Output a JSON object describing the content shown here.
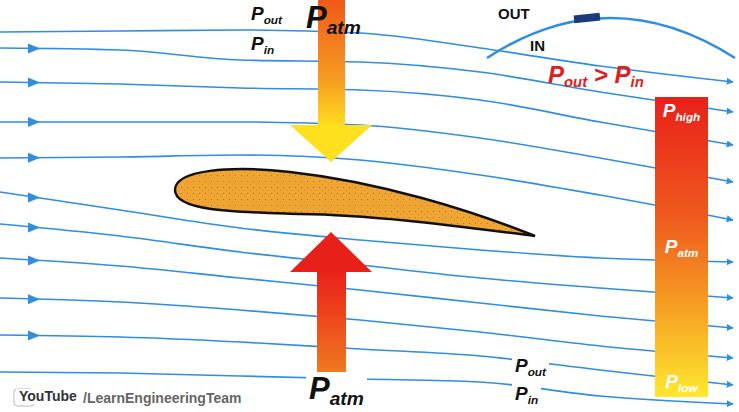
{
  "diagram": {
    "nodes": [
      {
        "text": [
          "Phigh",
          "Patm",
          "Plow"
        ]
      }
    ],
    "labels": [
      "Pout",
      "Pin",
      "Patm",
      "OUT",
      "IN",
      "Pout > Pin",
      "Patm",
      "Pout",
      "Pin",
      "YouTube",
      "/LearnEngineeringTeam"
    ]
  }
}
